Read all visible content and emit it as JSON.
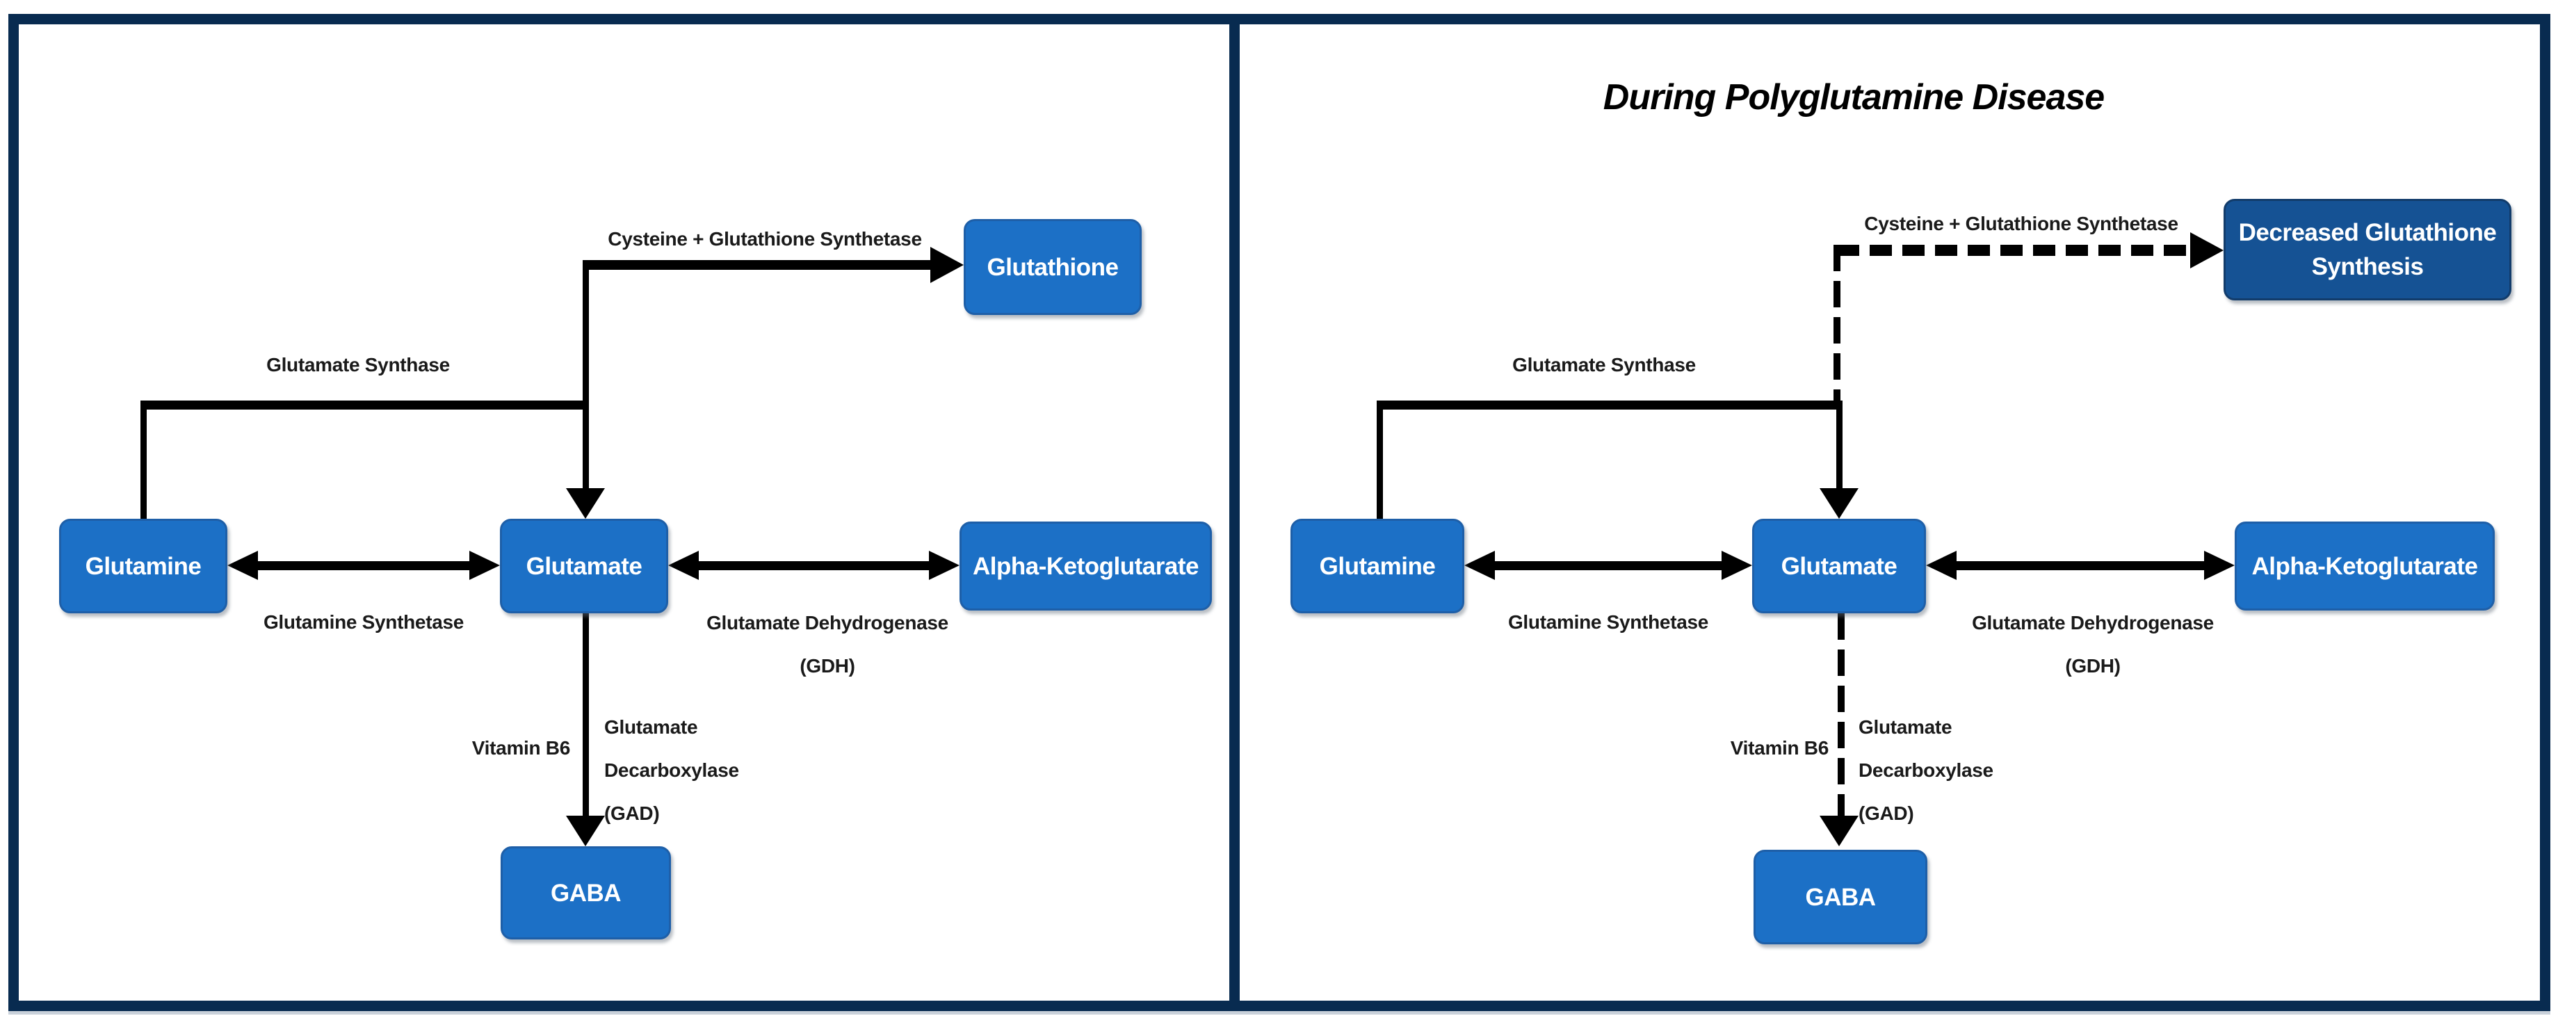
{
  "colors": {
    "node-blue": "#1C70C6",
    "node-dark-blue": "#155294",
    "frame-navy": "#082B50",
    "line": "#000000",
    "label": "#1A1A1A",
    "node-text": "#FFFFFF",
    "node-border": "#1E5FA8",
    "node-dark-border": "#123C6B"
  },
  "left_panel": {
    "nodes": {
      "glutamine": "Glutamine",
      "glutamate": "Glutamate",
      "alpha_ketoglutarate": "Alpha-Ketoglutarate",
      "glutathione": "Glutathione",
      "gaba": "GABA"
    },
    "edge_labels": {
      "cysteine_glutathione_synthetase": "Cysteine + Glutathione Synthetase",
      "glutamate_synthase": "Glutamate Synthase",
      "glutamine_synthetase": "Glutamine Synthetase",
      "glutamate_dehydrogenase": "Glutamate Dehydrogenase",
      "gdh": "(GDH)",
      "vitamin_b6": "Vitamin B6",
      "gad_line1": "Glutamate",
      "gad_line2": "Decarboxylase",
      "gad_line3": "(GAD)"
    }
  },
  "right_panel": {
    "title": "During Polyglutamine Disease",
    "nodes": {
      "glutamine": "Glutamine",
      "glutamate": "Glutamate",
      "alpha_ketoglutarate": "Alpha-Ketoglutarate",
      "decreased_glutathione_synthesis": "Decreased Glutathione Synthesis",
      "gaba": "GABA"
    },
    "edge_labels": {
      "cysteine_glutathione_synthetase": "Cysteine + Glutathione Synthetase",
      "glutamate_synthase": "Glutamate Synthase",
      "glutamine_synthetase": "Glutamine Synthetase",
      "glutamate_dehydrogenase": "Glutamate Dehydrogenase",
      "gdh": "(GDH)",
      "vitamin_b6": "Vitamin B6",
      "gad_line1": "Glutamate",
      "gad_line2": "Decarboxylase",
      "gad_line3": "(GAD)"
    }
  }
}
